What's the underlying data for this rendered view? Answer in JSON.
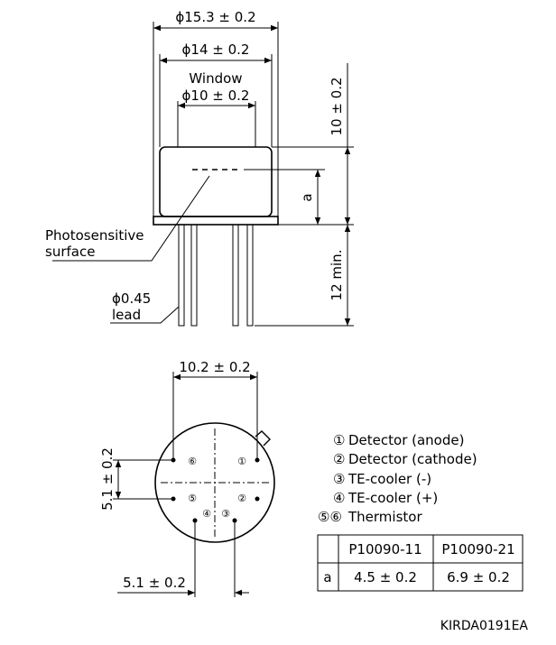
{
  "side_view": {
    "dim_outer_diameter": "ϕ15.3 ± 0.2",
    "dim_cap_diameter": "ϕ14 ± 0.2",
    "window_label": "Window",
    "dim_window_diameter": "ϕ10 ± 0.2",
    "dim_height": "10 ± 0.2",
    "dim_a": "a",
    "dim_lead_length": "12 min.",
    "photosensitive_line1": "Photosensitive",
    "photosensitive_line2": "surface",
    "lead_line1": "ϕ0.45",
    "lead_line2": "lead"
  },
  "bottom_view": {
    "dim_pin_circle": "10.2 ± 0.2",
    "dim_vertical": "5.1 ± 0.2",
    "dim_horizontal": "5.1 ± 0.2",
    "pins": [
      "①",
      "②",
      "③",
      "④",
      "⑤",
      "⑥"
    ]
  },
  "legend": [
    {
      "num": "①",
      "text": "Detector (anode)"
    },
    {
      "num": "②",
      "text": "Detector (cathode)"
    },
    {
      "num": "③",
      "text": "TE-cooler (-)"
    },
    {
      "num": "④",
      "text": "TE-cooler (+)"
    },
    {
      "num": "⑤⑥",
      "text": "Thermistor"
    }
  ],
  "table": {
    "headers": [
      "",
      "P10090-11",
      "P10090-21"
    ],
    "rows": [
      [
        "a",
        "4.5 ± 0.2",
        "6.9 ± 0.2"
      ]
    ]
  },
  "drawing_code": "KIRDA0191EA"
}
